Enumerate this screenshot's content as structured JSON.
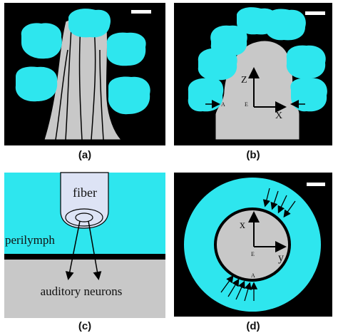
{
  "panels": {
    "a": {
      "caption": "(a)"
    },
    "b": {
      "caption": "(b)",
      "axis_z": "Z",
      "axis_x": "X",
      "origin": "E",
      "point": "A"
    },
    "c": {
      "caption": "(c)",
      "fiber": "fiber",
      "perilymph": "perilymph",
      "neurons": "auditory neurons"
    },
    "d": {
      "caption": "(d)",
      "axis_x": "x",
      "axis_y": "y",
      "origin": "E",
      "point": "A"
    }
  },
  "colors": {
    "cyan": "#2ee6ee",
    "gray": "#c8c8c8",
    "black": "#000000",
    "fiber_fill": "#dde3f5"
  }
}
